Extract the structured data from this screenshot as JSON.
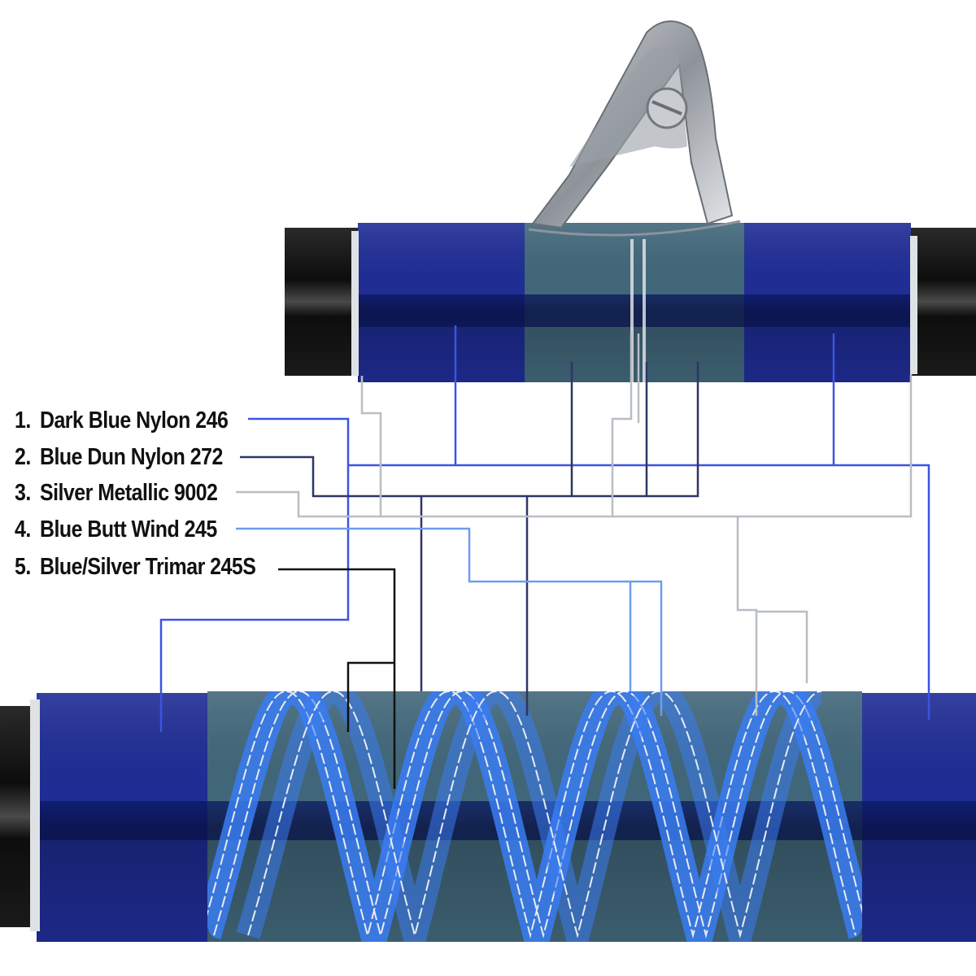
{
  "legend": [
    {
      "number": "1.",
      "label": "Dark Blue Nylon 246",
      "color": "#3a55e0"
    },
    {
      "number": "2.",
      "label": "Blue Dun Nylon 272",
      "color": "#2e3566"
    },
    {
      "number": "3.",
      "label": "Silver Metallic 9002",
      "color": "#b8bec4"
    },
    {
      "number": "4.",
      "label": "Blue Butt Wind 245",
      "color": "#6f9cf0"
    },
    {
      "number": "5.",
      "label": "Blue/Silver Trimar 245S",
      "color": "#111111"
    }
  ],
  "colors": {
    "rod_blank": "#141414",
    "dark_blue": "#1a2a9a",
    "blue_dun": "#3e6274",
    "silver": "#e6e8ea",
    "butt_wind": "#3a7cf2"
  },
  "icons": {
    "line_guide": "rod-line-guide-icon",
    "rod_section": "rod-blank-icon"
  }
}
